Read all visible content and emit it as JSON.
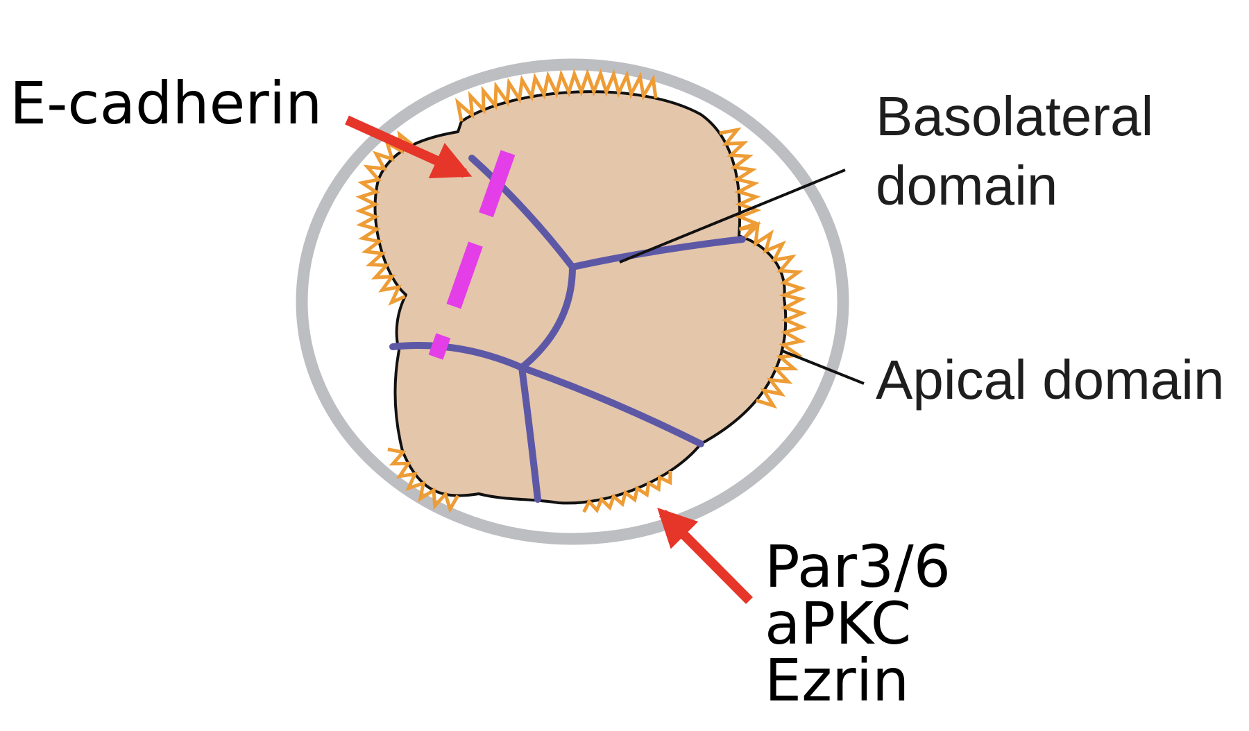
{
  "labels": {
    "ecadherin": "E-cadherin",
    "basolateral_line1": "Basolateral",
    "basolateral_line2": "domain",
    "apical": "Apical domain",
    "par_line1": "Par3/6",
    "par_line2": "aPKC",
    "par_line3": "Ezrin"
  },
  "colors": {
    "outer_ring": "#bdbec2",
    "cell_fill": "#e4c6ab",
    "outline": "#111111",
    "cell_junction": "#5d58a6",
    "apical_fringe": "#ee9c35",
    "dashed_section": "#e43ee8",
    "arrow": "#e63529"
  }
}
